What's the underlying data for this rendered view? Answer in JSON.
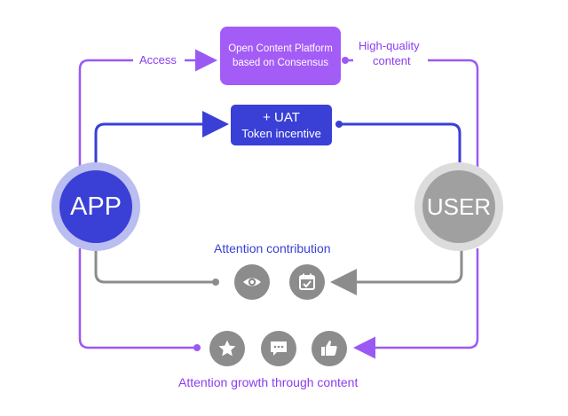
{
  "platform_box": {
    "line1": "Open Content Platform",
    "line2": "based on Consensus",
    "color": "#a45cf7"
  },
  "token_box": {
    "line1": "+ UAT",
    "line2": "Token incentive",
    "color": "#3a3fd6"
  },
  "labels": {
    "access": "Access",
    "high_quality_line1": "High-quality",
    "high_quality_line2": "content",
    "attention_contribution": "Attention contribution",
    "attention_growth": "Attention growth through content"
  },
  "nodes": {
    "app": {
      "label": "APP",
      "fill": "#3a3fd6",
      "ring": "#b9bdf0"
    },
    "user": {
      "label": "USER",
      "fill": "#a0a0a0",
      "ring": "#dcdcdc"
    }
  },
  "colors": {
    "purple": "#9b59f4",
    "blue": "#3a3fd6",
    "gray": "#8c8c8c",
    "label_purple": "#8a3df0",
    "label_blue": "#3a3fd6"
  },
  "icons": {
    "contribution": [
      "eye-icon",
      "calendar-check-icon"
    ],
    "growth": [
      "star-icon",
      "comment-icon",
      "thumbs-up-icon"
    ]
  }
}
